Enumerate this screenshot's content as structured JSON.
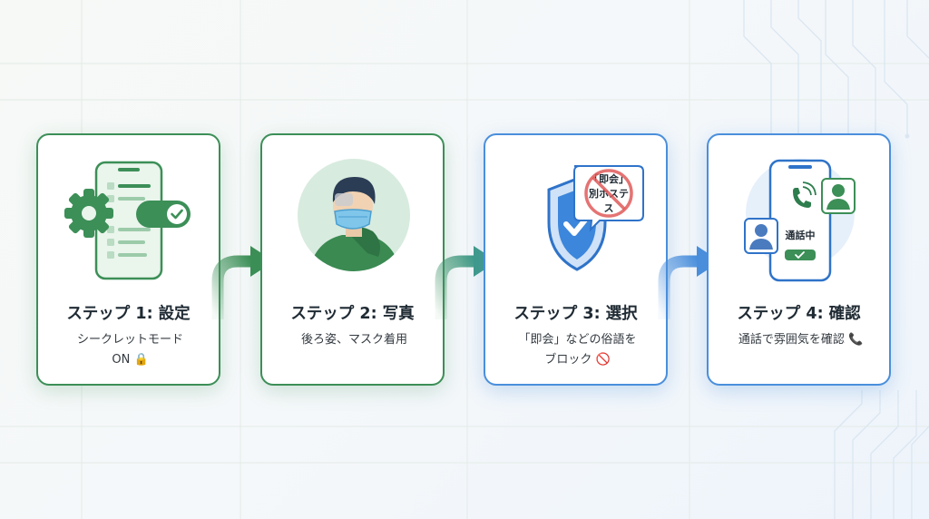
{
  "steps": [
    {
      "title": "ステップ 1: 設定",
      "desc_line1": "シークレットモード",
      "desc_line2": "ON 🔒",
      "icon": "phone-settings-toggle-icon",
      "accent": "#3c8f57"
    },
    {
      "title": "ステップ 2: 写真",
      "desc_line1": "後ろ姿、マスク着用",
      "desc_line2": "",
      "icon": "masked-person-avatar-icon",
      "accent": "#3c8f57"
    },
    {
      "title": "ステップ 3: 選択",
      "desc_line1": "「即会」などの俗語を",
      "desc_line2": "ブロック 🚫",
      "icon": "shield-block-icon",
      "bubble_line1": "「即会」",
      "bubble_line2": "別ホステ",
      "bubble_line3": "ス",
      "accent": "#4a8fdc"
    },
    {
      "title": "ステップ 4: 確認",
      "desc_line1": "通話で雰囲気を確認 📞",
      "desc_line2": "",
      "icon": "video-call-icon",
      "screen_label": "通話中",
      "accent": "#4a8fdc"
    }
  ],
  "colors": {
    "green": "#3c8f57",
    "blue": "#4a8fdc",
    "text": "#1f2a33"
  }
}
